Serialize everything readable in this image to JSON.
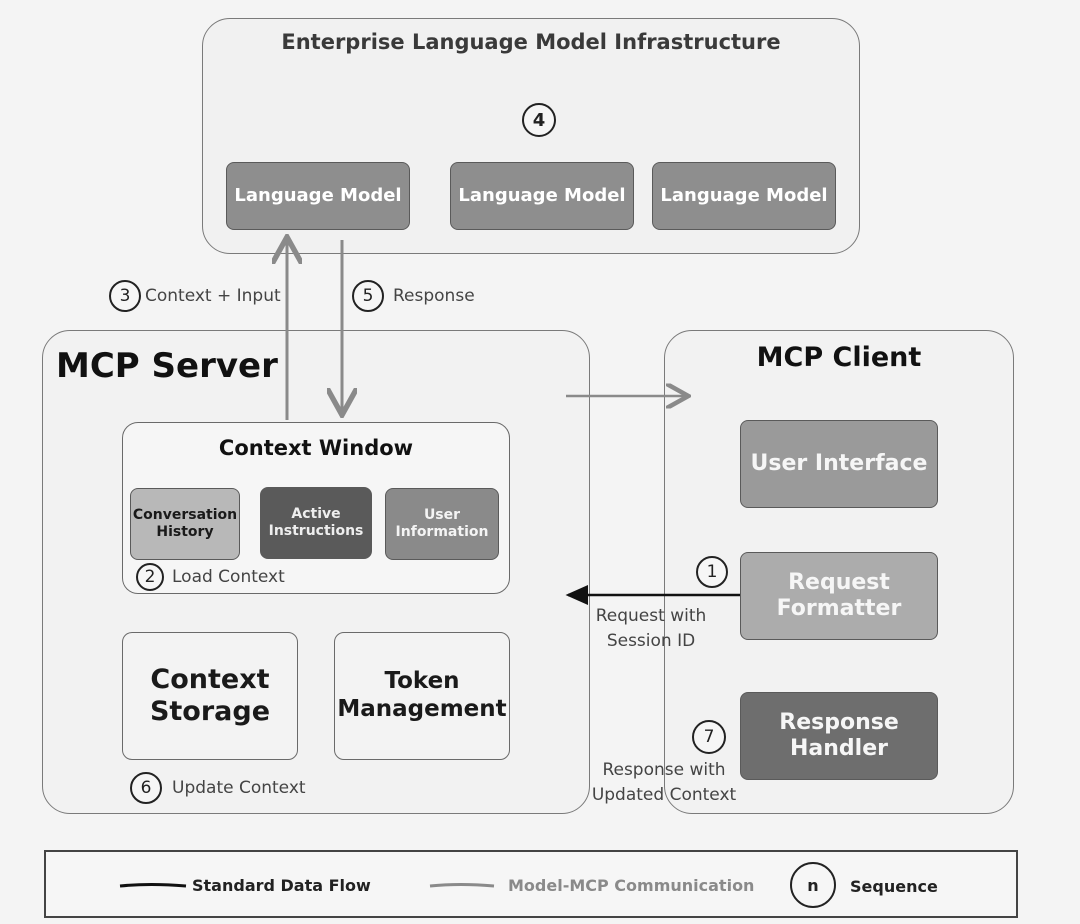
{
  "infrastructure": {
    "title": "Enterprise Language Model Infrastructure",
    "sequence_step": "4",
    "models": [
      "Language Model",
      "Language Model",
      "Language Model"
    ]
  },
  "flows": {
    "context_input": {
      "step": "3",
      "label": "Context + Input"
    },
    "response": {
      "step": "5",
      "label": "Response"
    },
    "request": {
      "step": "1",
      "label_line1": "Request with",
      "label_line2": "Session ID"
    },
    "response_updated": {
      "step": "7",
      "label_line1": "Response with",
      "label_line2": "Updated Context"
    }
  },
  "server": {
    "title": "MCP Server",
    "context_window": {
      "title": "Context Window",
      "items": [
        {
          "line1": "Conversation",
          "line2": "History"
        },
        {
          "line1": "Active",
          "line2": "Instructions"
        },
        {
          "line1": "User",
          "line2": "Information"
        }
      ],
      "load_step": "2",
      "load_label": "Load Context"
    },
    "storage": {
      "line1": "Context",
      "line2": "Storage"
    },
    "token": {
      "line1": "Token",
      "line2": "Management"
    },
    "update_step": "6",
    "update_label": "Update Context"
  },
  "client": {
    "title": "MCP Client",
    "user_interface": "User Interface",
    "formatter": {
      "line1": "Request",
      "line2": "Formatter"
    },
    "handler": {
      "line1": "Response",
      "line2": "Handler"
    }
  },
  "legend": {
    "standard": "Standard Data Flow",
    "model_mcp": "Model-MCP Communication",
    "sequence_symbol": "n",
    "sequence": "Sequence"
  },
  "colors": {
    "standard_flow": "#111111",
    "model_flow": "#8a8a8a",
    "language_model_fill": "#8e8e8e",
    "active_instructions_fill": "#5a5a5a",
    "response_handler_fill": "#6e6e6e"
  }
}
